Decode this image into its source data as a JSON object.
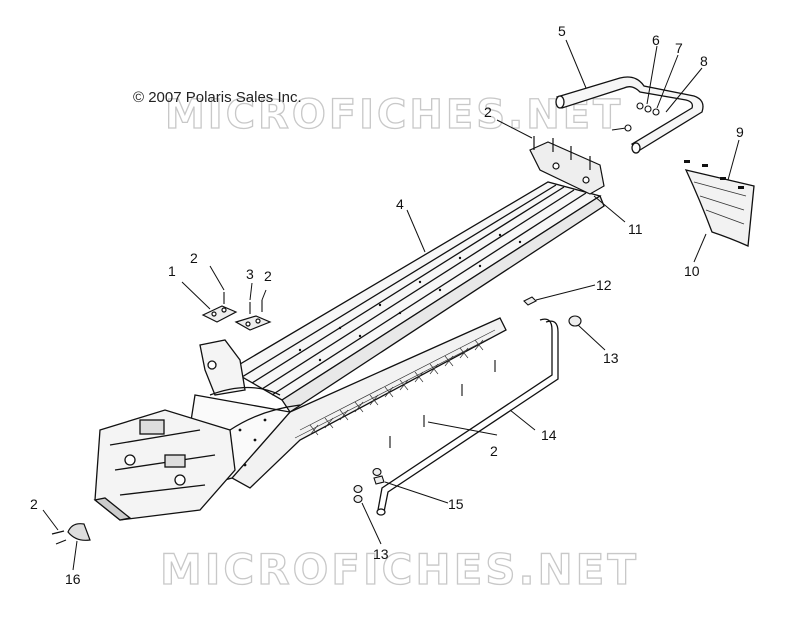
{
  "copyright": "© 2007 Polaris Sales Inc.",
  "watermark": "MICROFICHES.NET",
  "colors": {
    "line": "#111111",
    "watermark": "#c8c8c8",
    "background": "#ffffff"
  },
  "callouts": {
    "c1": "1",
    "c2a": "2",
    "c3": "3",
    "c2b": "2",
    "c2c": "2",
    "c4": "4",
    "c5": "5",
    "c6": "6",
    "c7": "7",
    "c8": "8",
    "c9": "9",
    "c10": "10",
    "c11": "11",
    "c12": "12",
    "c13a": "13",
    "c14": "14",
    "c2d": "2",
    "c15": "15",
    "c13b": "13",
    "c2e": "2",
    "c16": "16"
  }
}
